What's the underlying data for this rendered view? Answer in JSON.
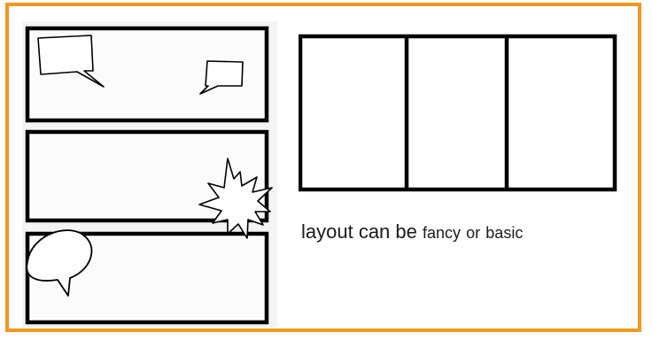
{
  "caption": {
    "part1": "layout can be",
    "part2": "fancy",
    "part3": "or",
    "part4": "basic"
  },
  "colors": {
    "frame_border": "#f0981f",
    "panel_stroke": "#000000",
    "fancy_background": "#f4f4f4"
  },
  "fancy_layout": {
    "panel_count": 3,
    "speech_bubbles": 3,
    "burst": 1
  },
  "basic_layout": {
    "panel_count": 3
  }
}
